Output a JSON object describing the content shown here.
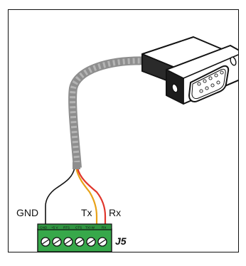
{
  "labels": {
    "gnd": "GND",
    "tx": "Tx",
    "rx": "Rx",
    "connector": "J5"
  },
  "pins": [
    "GND",
    "+5 V",
    "RTS",
    "CTS",
    "TX/-W",
    "RX"
  ],
  "colors": {
    "cable": "#a6a6a6",
    "terminal_block": "#37a84a",
    "wire_gnd": "#111111",
    "wire_tx": "#e8a219",
    "wire_rx": "#e0352b"
  }
}
